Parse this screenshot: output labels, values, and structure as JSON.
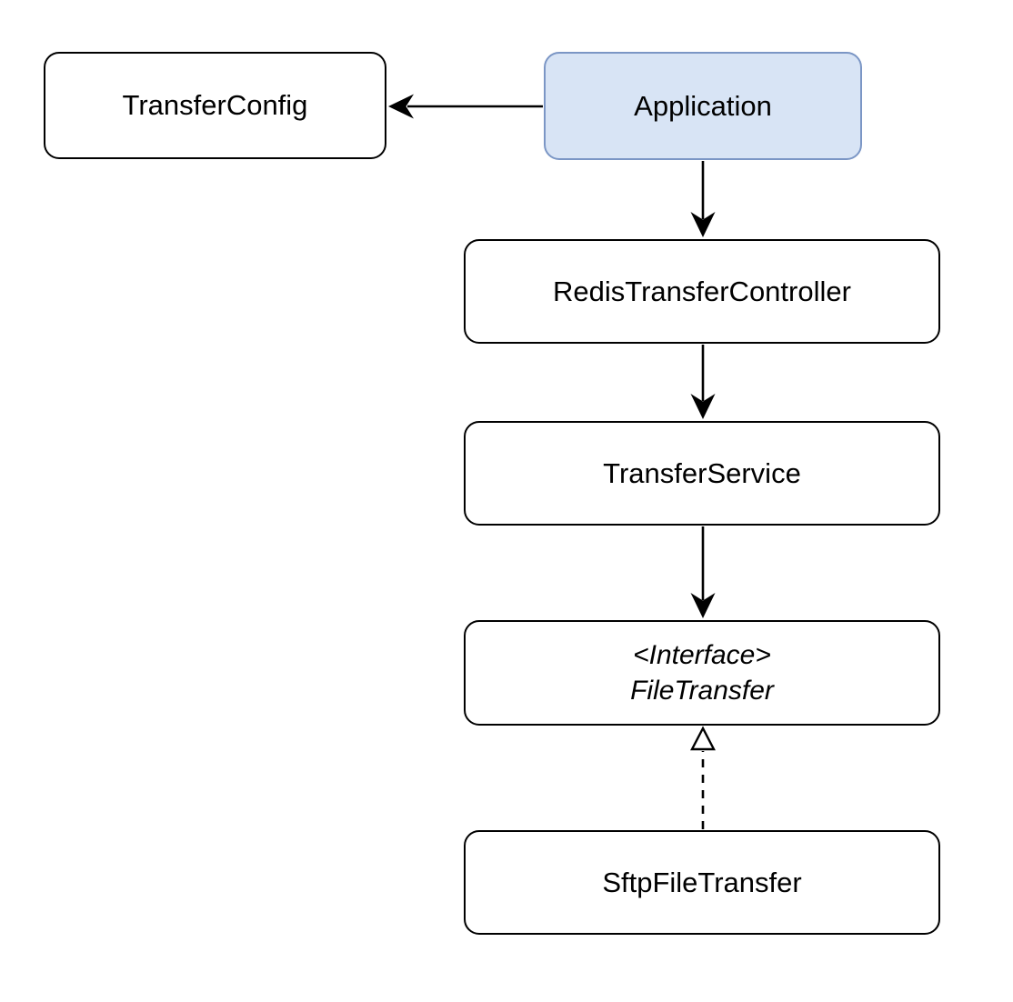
{
  "diagram": {
    "background": "#ffffff",
    "nodes": {
      "transfer_config": {
        "label": "TransferConfig"
      },
      "application": {
        "label": "Application",
        "highlighted": true
      },
      "redis_transfer_controller": {
        "label": "RedisTransferController"
      },
      "transfer_service": {
        "label": "TransferService"
      },
      "file_transfer": {
        "stereotype": "<Interface>",
        "label": "FileTransfer"
      },
      "sftp_file_transfer": {
        "label": "SftpFileTransfer"
      }
    },
    "edges": [
      {
        "from": "Application",
        "to": "TransferConfig",
        "line": "solid",
        "head": "filled-arrow"
      },
      {
        "from": "Application",
        "to": "RedisTransferController",
        "line": "solid",
        "head": "filled-arrow"
      },
      {
        "from": "RedisTransferController",
        "to": "TransferService",
        "line": "solid",
        "head": "filled-arrow"
      },
      {
        "from": "TransferService",
        "to": "FileTransfer",
        "line": "solid",
        "head": "filled-arrow"
      },
      {
        "from": "SftpFileTransfer",
        "to": "FileTransfer",
        "line": "dashed",
        "head": "hollow-triangle"
      }
    ],
    "colors": {
      "node_fill": "#ffffff",
      "node_border": "#000000",
      "highlight_fill": "#d8e4f5",
      "highlight_border": "#7b96c5",
      "connector": "#000000",
      "text": "#000000"
    }
  }
}
